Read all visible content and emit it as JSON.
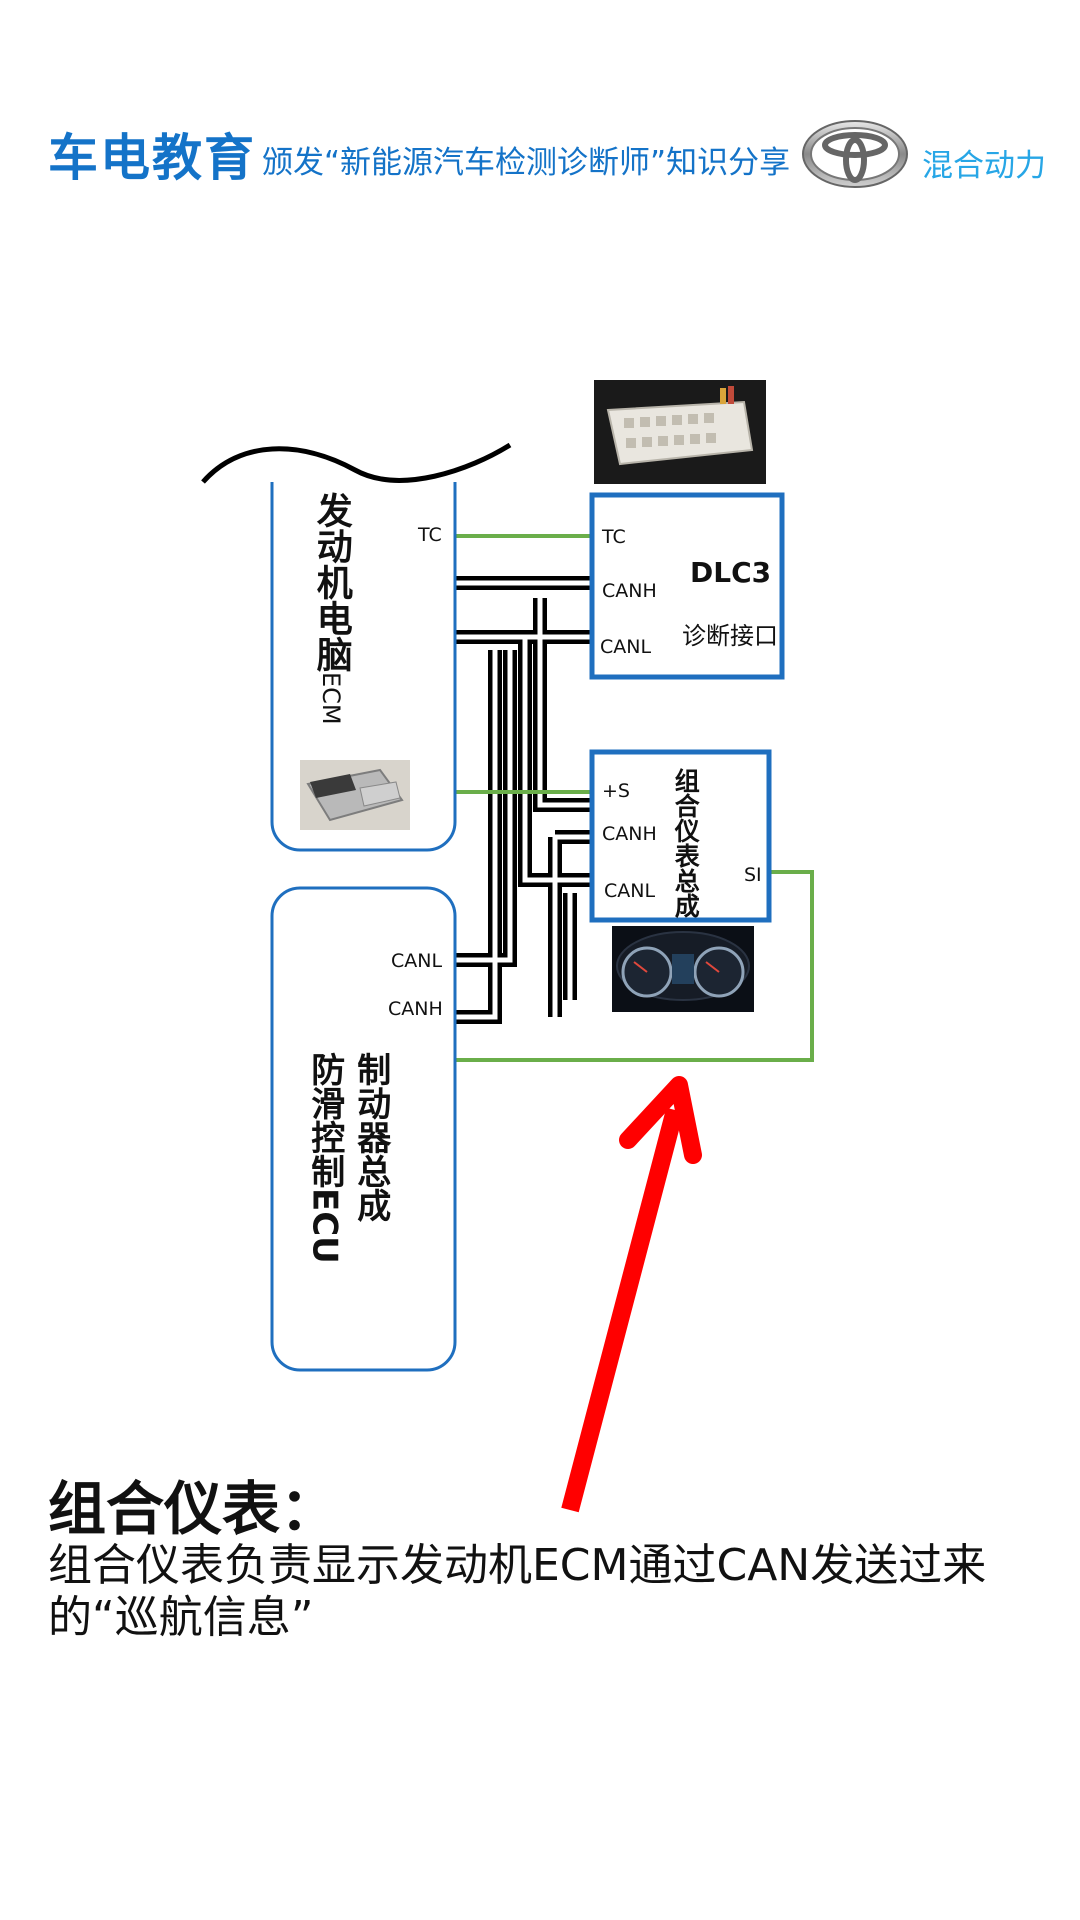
{
  "header": {
    "brand": "车电教育",
    "tagline": "颁发“新能源汽车检测诊断师”知识分享",
    "hybrid_label": "混合动力"
  },
  "diagram": {
    "ecm": {
      "label_cn": "发动机电脑",
      "label_en": "ECM",
      "pin_tc": "TC"
    },
    "dlc3": {
      "title": "DLC3",
      "subtitle": "诊断接口",
      "pin_tc": "TC",
      "pin_canh": "CANH",
      "pin_canl": "CANL"
    },
    "meter": {
      "label": "组合仪表总成",
      "pin_s": "+S",
      "pin_canh": "CANH",
      "pin_canl": "CANL",
      "pin_si": "SI"
    },
    "brake": {
      "label_col1": "制动器总成",
      "label_col2": "防滑控制ECU",
      "pin_canl": "CANL",
      "pin_canh": "CANH"
    }
  },
  "caption": {
    "title": "组合仪表：",
    "description": "组合仪表负责显示发动机ECM通过CAN发送过来的“巡航信息”"
  },
  "colors": {
    "brand_blue": "#1473c8",
    "box_blue": "#1f6fbf",
    "wire_green": "#6aae4a",
    "arrow_red": "#ff0000"
  }
}
